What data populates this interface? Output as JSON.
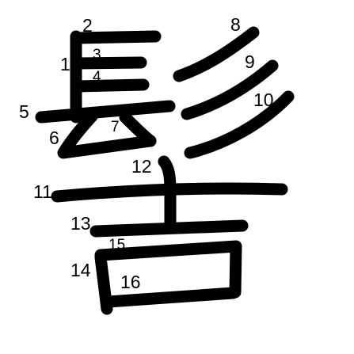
{
  "diagram": {
    "character": "髻",
    "stroke_color": "#000000",
    "background": "#ffffff",
    "stroke_numbers": [
      "1",
      "2",
      "3",
      "4",
      "5",
      "6",
      "7",
      "8",
      "9",
      "10",
      "11",
      "12",
      "13",
      "14",
      "15",
      "16"
    ]
  }
}
